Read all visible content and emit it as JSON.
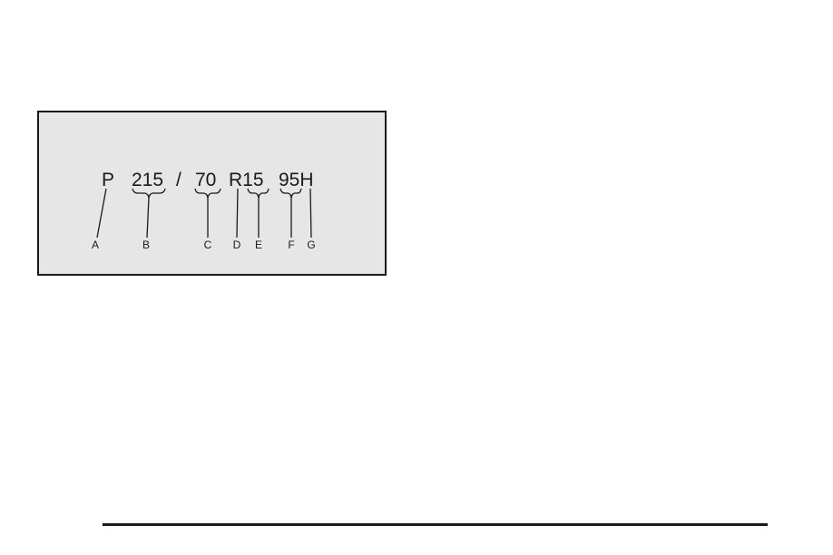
{
  "figure": {
    "code_parts": {
      "p": "P",
      "width": "215",
      "slash": "/",
      "aspect": "70",
      "construction_rim": "R15",
      "service": "95H"
    },
    "callouts": {
      "a": "A",
      "b": "B",
      "c": "C",
      "d": "D",
      "e": "E",
      "f": "F",
      "g": "G"
    }
  }
}
